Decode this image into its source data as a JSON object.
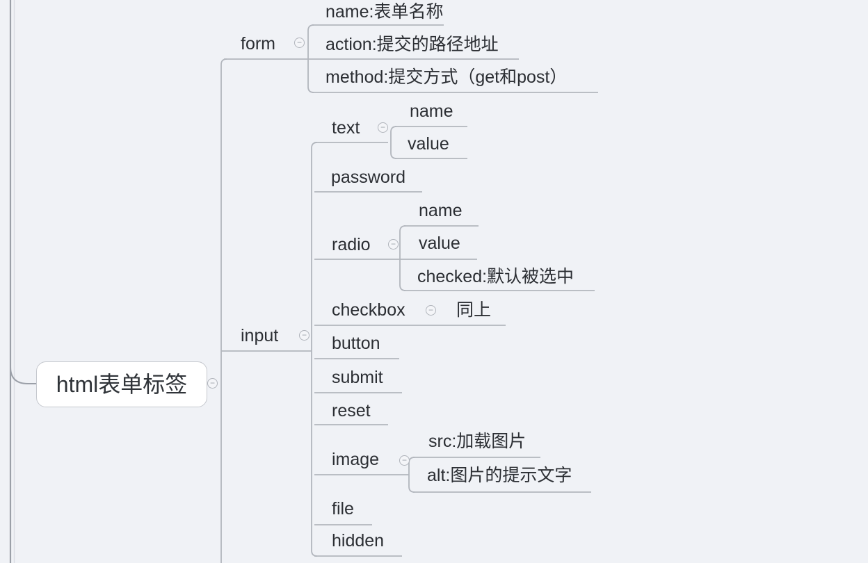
{
  "canvas": {
    "background": "#f0f2f6"
  },
  "colors": {
    "connector_line": "#b2b6bd",
    "edge_line_dark": "#9ba0a8",
    "edge_line_light": "#d9dce2",
    "text": "#2b2e33",
    "root_background": "#ffffff",
    "root_border": "#c5c8ce"
  },
  "icons": {
    "collapse_glyph": "−"
  },
  "mindmap": {
    "root": {
      "label": "html表单标签"
    },
    "branches": [
      {
        "label": "form",
        "children": [
          {
            "label": "name:表单名称"
          },
          {
            "label": "action:提交的路径地址"
          },
          {
            "label": "method:提交方式（get和post）"
          }
        ]
      },
      {
        "label": "input",
        "children": [
          {
            "label": "text",
            "children": [
              {
                "label": "name"
              },
              {
                "label": "value"
              }
            ]
          },
          {
            "label": "password"
          },
          {
            "label": "radio",
            "children": [
              {
                "label": "name"
              },
              {
                "label": "value"
              },
              {
                "label": "checked:默认被选中"
              }
            ]
          },
          {
            "label": "checkbox",
            "children": [
              {
                "label": "同上"
              }
            ]
          },
          {
            "label": "button"
          },
          {
            "label": "submit"
          },
          {
            "label": "reset"
          },
          {
            "label": "image",
            "children": [
              {
                "label": "src:加载图片"
              },
              {
                "label": "alt:图片的提示文字"
              }
            ]
          },
          {
            "label": "file"
          },
          {
            "label": "hidden"
          }
        ]
      }
    ]
  }
}
